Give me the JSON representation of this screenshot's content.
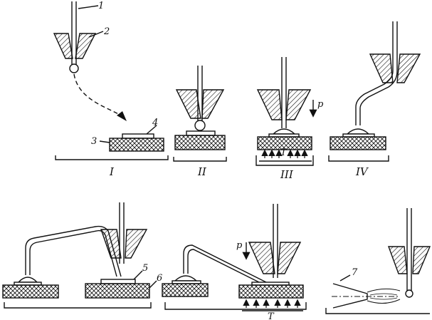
{
  "labels": {
    "wire": "1",
    "capillary": "2",
    "substrate": "3",
    "pad": "4",
    "pad_second": "5",
    "substrate_second": "6",
    "torch": "7",
    "pressure": "p",
    "heat": "T"
  },
  "stages": [
    "I",
    "II",
    "III",
    "IV"
  ],
  "colors": {
    "line": "#111111",
    "background": "#ffffff"
  }
}
